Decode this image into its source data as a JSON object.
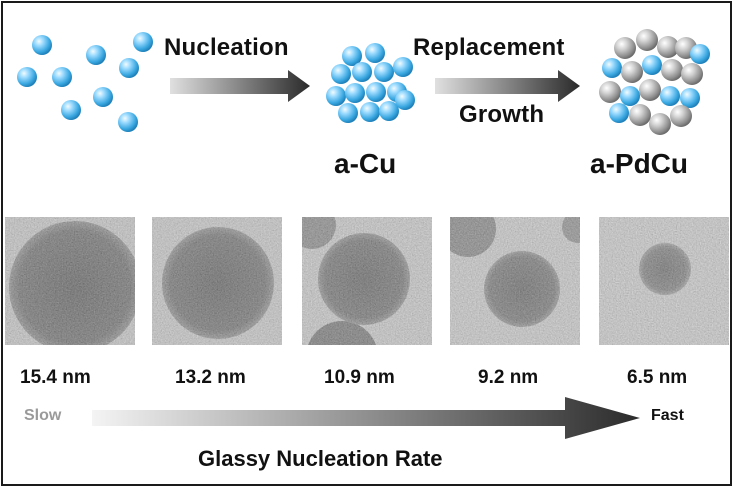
{
  "scheme": {
    "nucleation_label": "Nucleation",
    "replacement_label": "Replacement",
    "growth_label": "Growth",
    "product_cu": "a-Cu",
    "product_pdcu": "a-PdCu"
  },
  "particles": [
    {
      "size_label": "15.4 nm",
      "diameter_nm": 15.4
    },
    {
      "size_label": "13.2 nm",
      "diameter_nm": 13.2
    },
    {
      "size_label": "10.9 nm",
      "diameter_nm": 10.9
    },
    {
      "size_label": "9.2 nm",
      "diameter_nm": 9.2
    },
    {
      "size_label": "6.5 nm",
      "diameter_nm": 6.5
    }
  ],
  "rate_axis": {
    "slow_label": "Slow",
    "fast_label": "Fast",
    "title": "Glassy Nucleation Rate"
  },
  "colors": {
    "cu_atom": "#4fb3e8",
    "pd_atom": "#a9a9a9",
    "border": "#1a1a1a",
    "text": "#111111"
  }
}
